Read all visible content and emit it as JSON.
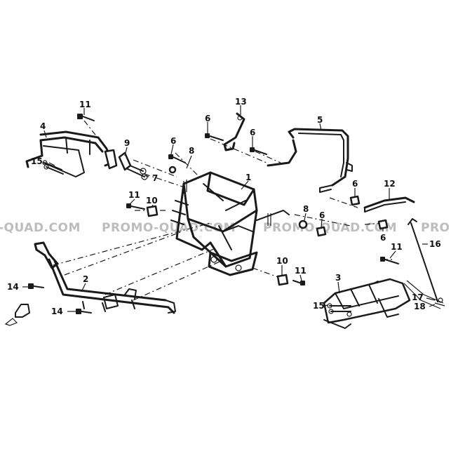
{
  "watermark": {
    "left": "-QUAD.COM",
    "center": "PROMO-QUAD.COM",
    "right": "PROMO-QUAD.COM",
    "edge": "PRO"
  },
  "callouts": {
    "c1": "1",
    "c2": "2",
    "c3": "3",
    "c4": "4",
    "c5": "5",
    "c6a": "6",
    "c6b": "6",
    "c6c": "6",
    "c6d": "6",
    "c6e": "6",
    "c6f": "6",
    "c7": "7",
    "c8a": "8",
    "c8b": "8",
    "c9": "9",
    "c10a": "10",
    "c10b": "10",
    "c11a": "11",
    "c11b": "11",
    "c11c": "11",
    "c11d": "11",
    "c12": "12",
    "c13": "13",
    "c14a": "14",
    "c14b": "14",
    "c15a": "15",
    "c15b": "15",
    "c16": "16",
    "c17": "17",
    "c18": "18"
  },
  "colors": {
    "line": "#1a1a1a",
    "watermark": "#bdbdbd",
    "background": "#ffffff"
  }
}
